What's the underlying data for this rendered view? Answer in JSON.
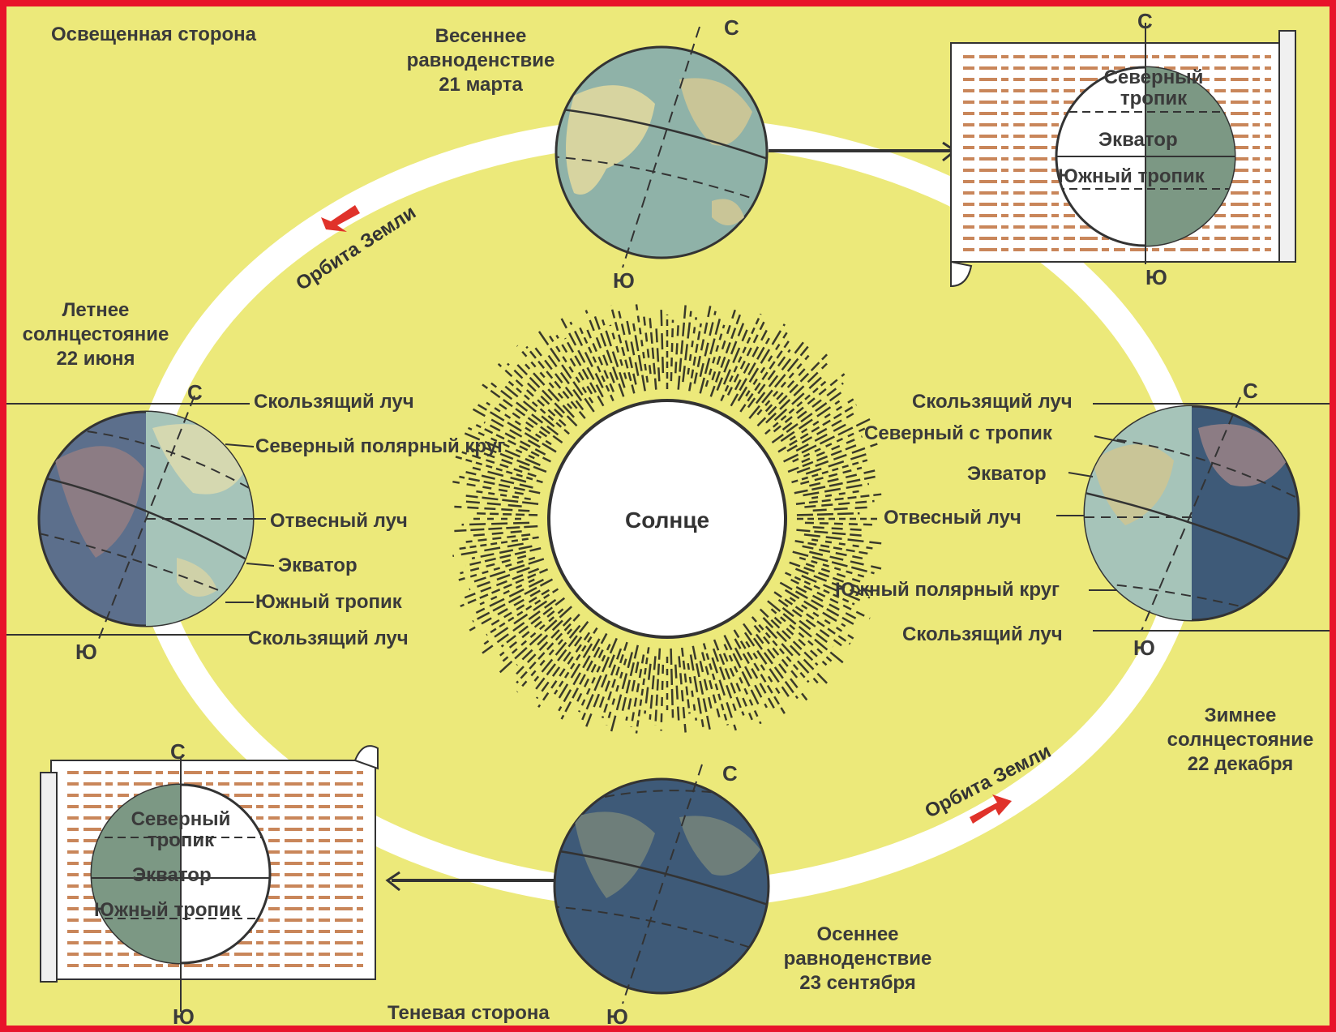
{
  "labels": {
    "lit_side": "Освещенная сторона",
    "shadow_side": "Теневая сторона",
    "sun": "Солнце",
    "orbit": "Орбита Земли",
    "spring": [
      "Весеннее",
      "равноденствие",
      "21 марта"
    ],
    "summer": [
      "Летнее",
      "солнцестояние",
      "22 июня"
    ],
    "autumn": [
      "Осеннее",
      "равноденствие",
      "23 сентября"
    ],
    "winter": [
      "Зимнее",
      "солнцестояние",
      "22 декабря"
    ],
    "north": "С",
    "south": "Ю"
  },
  "summer_lines": {
    "grazing_top": "Скользящий луч",
    "arctic_circle": "Северный полярный круг",
    "vertical_ray": "Отвесный луч",
    "equator": "Экватор",
    "south_tropic": "Южный тропик",
    "grazing_bottom": "Скользящий луч"
  },
  "winter_lines": {
    "grazing_top": "Скользящий луч",
    "north_tropic": "Северный с тропик",
    "equator": "Экватор",
    "vertical_ray": "Отвесный луч",
    "antarctic_circle": "Южный полярный круг",
    "grazing_bottom": "Скользящий луч"
  },
  "scroll_top": {
    "north_tropic": [
      "Северный",
      "тропик"
    ],
    "equator": "Экватор",
    "south_tropic": "Южный тропик"
  },
  "scroll_bottom": {
    "north_tropic": [
      "Северный",
      "тропик"
    ],
    "equator": "Экватор",
    "south_tropic": "Южный тропик"
  },
  "colors": {
    "background": "#ece97a",
    "border": "#e8132a",
    "orbit": "#ffffff",
    "arrow": "#e0322a",
    "globe_day": "#b8ccb0",
    "globe_night": "#3e5a78"
  }
}
